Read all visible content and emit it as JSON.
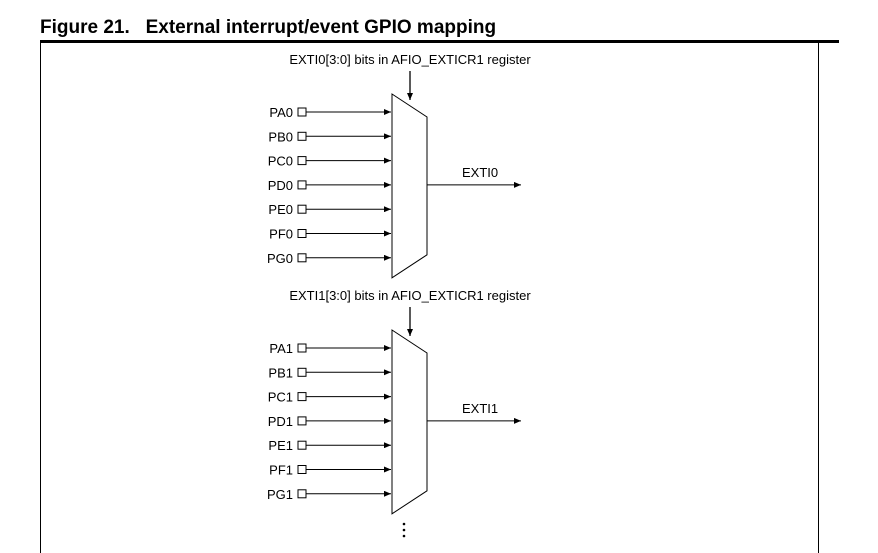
{
  "figure": {
    "title": "Figure 21.   External interrupt/event GPIO mapping"
  },
  "muxes": [
    {
      "control_label": "EXTI0[3:0] bits in AFIO_EXTICR1 register",
      "inputs": [
        "PA0",
        "PB0",
        "PC0",
        "PD0",
        "PE0",
        "PF0",
        "PG0"
      ],
      "output_label": "EXTI0"
    },
    {
      "control_label": "EXTI1[3:0] bits in AFIO_EXTICR1 register",
      "inputs": [
        "PA1",
        "PB1",
        "PC1",
        "PD1",
        "PE1",
        "PF1",
        "PG1"
      ],
      "output_label": "EXTI1"
    }
  ],
  "continuation": "..."
}
